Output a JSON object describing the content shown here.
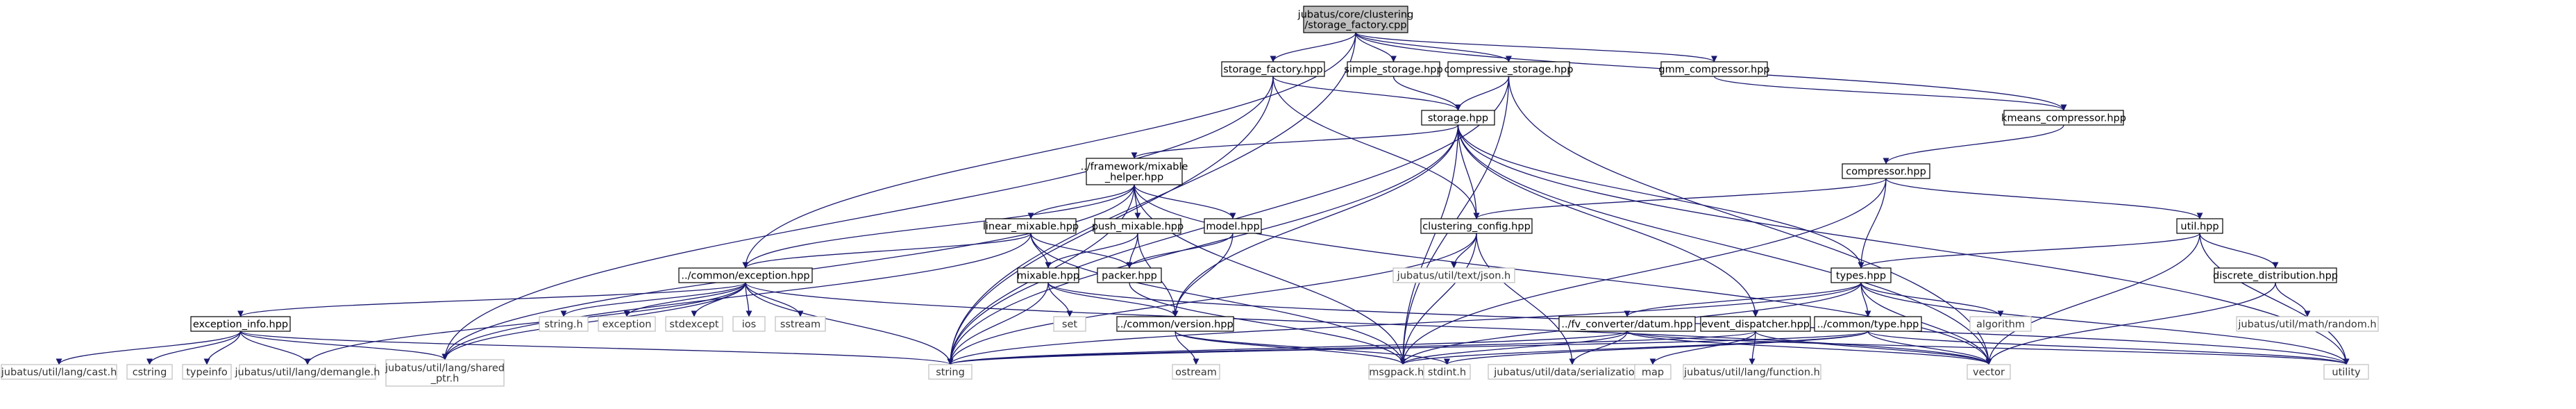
{
  "diagram": {
    "root": "n_root",
    "nodes": [
      {
        "id": "n_root",
        "lines": [
          "jubatus/core/clustering",
          "/storage_factory.cpp"
        ],
        "kind": "root"
      },
      {
        "id": "n_sf",
        "lines": [
          "storage_factory.hpp"
        ],
        "kind": "internal"
      },
      {
        "id": "n_ss",
        "lines": [
          "simple_storage.hpp"
        ],
        "kind": "internal"
      },
      {
        "id": "n_cs",
        "lines": [
          "compressive_storage.hpp"
        ],
        "kind": "internal"
      },
      {
        "id": "n_gmm",
        "lines": [
          "gmm_compressor.hpp"
        ],
        "kind": "internal"
      },
      {
        "id": "n_st",
        "lines": [
          "storage.hpp"
        ],
        "kind": "internal"
      },
      {
        "id": "n_km",
        "lines": [
          "kmeans_compressor.hpp"
        ],
        "kind": "internal"
      },
      {
        "id": "n_comp",
        "lines": [
          "compressor.hpp"
        ],
        "kind": "internal"
      },
      {
        "id": "n_mh",
        "lines": [
          "../framework/mixable",
          "_helper.hpp"
        ],
        "kind": "internal"
      },
      {
        "id": "n_cc",
        "lines": [
          "clustering_config.hpp"
        ],
        "kind": "internal"
      },
      {
        "id": "n_util",
        "lines": [
          "util.hpp"
        ],
        "kind": "internal"
      },
      {
        "id": "n_lm",
        "lines": [
          "linear_mixable.hpp"
        ],
        "kind": "internal"
      },
      {
        "id": "n_pm",
        "lines": [
          "push_mixable.hpp"
        ],
        "kind": "internal"
      },
      {
        "id": "n_model",
        "lines": [
          "model.hpp"
        ],
        "kind": "internal"
      },
      {
        "id": "n_json",
        "lines": [
          "jubatus/util/text/json.h"
        ],
        "kind": "external"
      },
      {
        "id": "n_dd",
        "lines": [
          "discrete_distribution.hpp"
        ],
        "kind": "internal"
      },
      {
        "id": "n_exc",
        "lines": [
          "../common/exception.hpp"
        ],
        "kind": "internal"
      },
      {
        "id": "n_mixable",
        "lines": [
          "mixable.hpp"
        ],
        "kind": "internal"
      },
      {
        "id": "n_packer",
        "lines": [
          "packer.hpp"
        ],
        "kind": "internal"
      },
      {
        "id": "n_types",
        "lines": [
          "types.hpp"
        ],
        "kind": "internal"
      },
      {
        "id": "n_random",
        "lines": [
          "jubatus/util/math/random.h"
        ],
        "kind": "external"
      },
      {
        "id": "n_einfo",
        "lines": [
          "exception_info.hpp"
        ],
        "kind": "internal"
      },
      {
        "id": "n_stringh",
        "lines": [
          "string.h"
        ],
        "kind": "external"
      },
      {
        "id": "n_exception",
        "lines": [
          "exception"
        ],
        "kind": "external"
      },
      {
        "id": "n_stdexcept",
        "lines": [
          "stdexcept"
        ],
        "kind": "external"
      },
      {
        "id": "n_ios",
        "lines": [
          "ios"
        ],
        "kind": "external"
      },
      {
        "id": "n_sstream",
        "lines": [
          "sstream"
        ],
        "kind": "external"
      },
      {
        "id": "n_set",
        "lines": [
          "set"
        ],
        "kind": "external"
      },
      {
        "id": "n_ver",
        "lines": [
          "../common/version.hpp"
        ],
        "kind": "internal"
      },
      {
        "id": "n_fvc",
        "lines": [
          "../fv_converter/datum.hpp"
        ],
        "kind": "internal"
      },
      {
        "id": "n_ed",
        "lines": [
          "event_dispatcher.hpp"
        ],
        "kind": "internal"
      },
      {
        "id": "n_ctype",
        "lines": [
          "../common/type.hpp"
        ],
        "kind": "internal"
      },
      {
        "id": "n_algorithm",
        "lines": [
          "algorithm"
        ],
        "kind": "external"
      },
      {
        "id": "n_cast",
        "lines": [
          "jubatus/util/lang/cast.h"
        ],
        "kind": "external"
      },
      {
        "id": "n_cstring",
        "lines": [
          "cstring"
        ],
        "kind": "external"
      },
      {
        "id": "n_typeinfo",
        "lines": [
          "typeinfo"
        ],
        "kind": "external"
      },
      {
        "id": "n_demangle",
        "lines": [
          "jubatus/util/lang/demangle.h"
        ],
        "kind": "external"
      },
      {
        "id": "n_sharedptr",
        "lines": [
          "jubatus/util/lang/shared",
          "_ptr.h"
        ],
        "kind": "external"
      },
      {
        "id": "n_string",
        "lines": [
          "string"
        ],
        "kind": "external"
      },
      {
        "id": "n_ostream",
        "lines": [
          "ostream"
        ],
        "kind": "external"
      },
      {
        "id": "n_msgpack",
        "lines": [
          "msgpack.hpp"
        ],
        "kind": "external"
      },
      {
        "id": "n_stdint",
        "lines": [
          "stdint.h"
        ],
        "kind": "external"
      },
      {
        "id": "n_serial",
        "lines": [
          "jubatus/util/data/serialization.h"
        ],
        "kind": "external"
      },
      {
        "id": "n_map",
        "lines": [
          "map"
        ],
        "kind": "external"
      },
      {
        "id": "n_function",
        "lines": [
          "jubatus/util/lang/function.h"
        ],
        "kind": "external"
      },
      {
        "id": "n_vector",
        "lines": [
          "vector"
        ],
        "kind": "external"
      },
      {
        "id": "n_utility",
        "lines": [
          "utility"
        ],
        "kind": "external"
      }
    ],
    "edges": [
      [
        "n_root",
        "n_sf"
      ],
      [
        "n_root",
        "n_ss"
      ],
      [
        "n_root",
        "n_cs"
      ],
      [
        "n_root",
        "n_gmm"
      ],
      [
        "n_root",
        "n_km"
      ],
      [
        "n_root",
        "n_exc"
      ],
      [
        "n_root",
        "n_string"
      ],
      [
        "n_sf",
        "n_st"
      ],
      [
        "n_sf",
        "n_cc"
      ],
      [
        "n_sf",
        "n_sharedptr"
      ],
      [
        "n_sf",
        "n_string"
      ],
      [
        "n_ss",
        "n_st"
      ],
      [
        "n_cs",
        "n_st"
      ],
      [
        "n_cs",
        "n_msgpack"
      ],
      [
        "n_cs",
        "n_vector"
      ],
      [
        "n_cs",
        "n_string"
      ],
      [
        "n_gmm",
        "n_km"
      ],
      [
        "n_km",
        "n_comp"
      ],
      [
        "n_st",
        "n_mh"
      ],
      [
        "n_st",
        "n_cc"
      ],
      [
        "n_st",
        "n_types"
      ],
      [
        "n_st",
        "n_ed"
      ],
      [
        "n_st",
        "n_ver"
      ],
      [
        "n_st",
        "n_msgpack"
      ],
      [
        "n_st",
        "n_string"
      ],
      [
        "n_st",
        "n_vector"
      ],
      [
        "n_st",
        "n_utility"
      ],
      [
        "n_comp",
        "n_cc"
      ],
      [
        "n_comp",
        "n_types"
      ],
      [
        "n_comp",
        "n_util"
      ],
      [
        "n_comp",
        "n_msgpack"
      ],
      [
        "n_mh",
        "n_lm"
      ],
      [
        "n_mh",
        "n_pm"
      ],
      [
        "n_mh",
        "n_model"
      ],
      [
        "n_mh",
        "n_exc"
      ],
      [
        "n_mh",
        "n_sharedptr"
      ],
      [
        "n_mh",
        "n_msgpack"
      ],
      [
        "n_mh",
        "n_vector"
      ],
      [
        "n_mh",
        "n_string"
      ],
      [
        "n_cc",
        "n_json"
      ],
      [
        "n_cc",
        "n_serial"
      ],
      [
        "n_cc",
        "n_msgpack"
      ],
      [
        "n_cc",
        "n_string"
      ],
      [
        "n_util",
        "n_types"
      ],
      [
        "n_util",
        "n_dd"
      ],
      [
        "n_util",
        "n_vector"
      ],
      [
        "n_util",
        "n_utility"
      ],
      [
        "n_lm",
        "n_mixable"
      ],
      [
        "n_lm",
        "n_packer"
      ],
      [
        "n_lm",
        "n_exc"
      ],
      [
        "n_lm",
        "n_sharedptr"
      ],
      [
        "n_lm",
        "n_msgpack"
      ],
      [
        "n_pm",
        "n_mixable"
      ],
      [
        "n_pm",
        "n_packer"
      ],
      [
        "n_pm",
        "n_ver"
      ],
      [
        "n_model",
        "n_packer"
      ],
      [
        "n_model",
        "n_ver"
      ],
      [
        "n_dd",
        "n_random"
      ],
      [
        "n_dd",
        "n_vector"
      ],
      [
        "n_exc",
        "n_einfo"
      ],
      [
        "n_exc",
        "n_stringh"
      ],
      [
        "n_exc",
        "n_exception"
      ],
      [
        "n_exc",
        "n_stdexcept"
      ],
      [
        "n_exc",
        "n_ios"
      ],
      [
        "n_exc",
        "n_sstream"
      ],
      [
        "n_exc",
        "n_demangle"
      ],
      [
        "n_exc",
        "n_sharedptr"
      ],
      [
        "n_exc",
        "n_vector"
      ],
      [
        "n_exc",
        "n_string"
      ],
      [
        "n_mixable",
        "n_set"
      ],
      [
        "n_mixable",
        "n_ver"
      ],
      [
        "n_mixable",
        "n_string"
      ],
      [
        "n_mixable",
        "n_utility"
      ],
      [
        "n_packer",
        "n_msgpack"
      ],
      [
        "n_types",
        "n_fvc"
      ],
      [
        "n_types",
        "n_ctype"
      ],
      [
        "n_types",
        "n_algorithm"
      ],
      [
        "n_types",
        "n_msgpack"
      ],
      [
        "n_types",
        "n_string"
      ],
      [
        "n_types",
        "n_vector"
      ],
      [
        "n_types",
        "n_utility"
      ],
      [
        "n_einfo",
        "n_cast"
      ],
      [
        "n_einfo",
        "n_cstring"
      ],
      [
        "n_einfo",
        "n_typeinfo"
      ],
      [
        "n_einfo",
        "n_demangle"
      ],
      [
        "n_einfo",
        "n_sharedptr"
      ],
      [
        "n_einfo",
        "n_string"
      ],
      [
        "n_ver",
        "n_ostream"
      ],
      [
        "n_ver",
        "n_msgpack"
      ],
      [
        "n_ver",
        "n_stdint"
      ],
      [
        "n_fvc",
        "n_msgpack"
      ],
      [
        "n_fvc",
        "n_serial"
      ],
      [
        "n_fvc",
        "n_string"
      ],
      [
        "n_fvc",
        "n_vector"
      ],
      [
        "n_fvc",
        "n_utility"
      ],
      [
        "n_ed",
        "n_map"
      ],
      [
        "n_ed",
        "n_function"
      ],
      [
        "n_ed",
        "n_vector"
      ],
      [
        "n_ed",
        "n_string"
      ],
      [
        "n_ctype",
        "n_stdint"
      ],
      [
        "n_ctype",
        "n_vector"
      ],
      [
        "n_ctype",
        "n_string"
      ],
      [
        "n_ctype",
        "n_utility"
      ],
      [
        "n_ctype",
        "n_msgpack"
      ]
    ]
  },
  "style": {
    "edge_color": "#191970",
    "root_fill": "#bfbfbf",
    "internal_border": "#000000",
    "external_border": "#bfbfbf"
  }
}
